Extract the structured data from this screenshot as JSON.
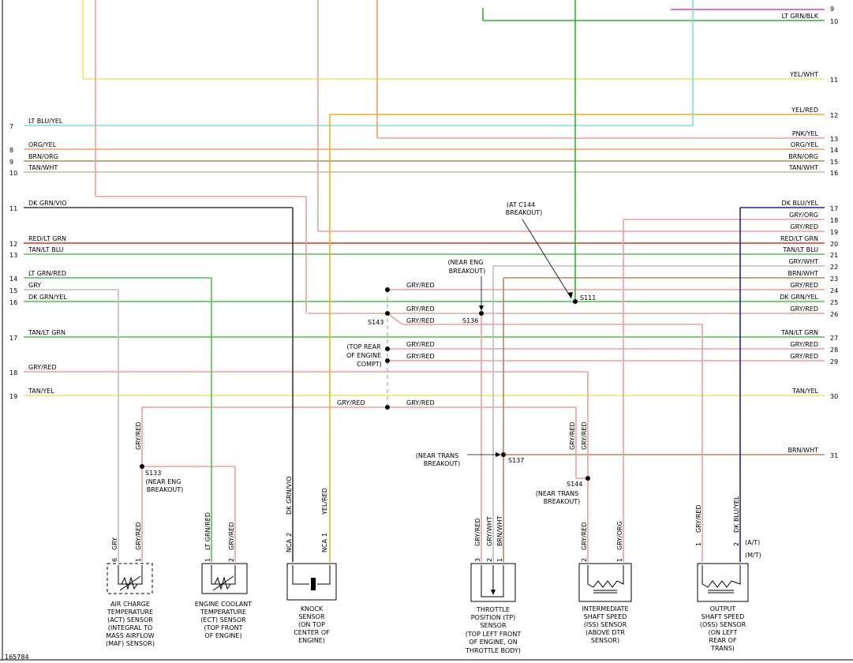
{
  "diagram_id": "165784",
  "colors": {
    "yel": "#f2e46a",
    "yelred": "#f0b020",
    "ltgrnblk": "#2fb52f",
    "ltblu": "#7de0d4",
    "pnk": "#e8a0a0",
    "org": "#f0a060",
    "brn": "#b58a55",
    "tan": "#c8b89a",
    "dkgrn": "#3a3a3a",
    "red": "#e03020",
    "ltgrn": "#4ec04e",
    "gry": "#bdbdbd",
    "dkblu": "#2020a0",
    "vio": "#d040d0",
    "grn": "#60b860"
  },
  "wires": {
    "w9": {
      "label": "",
      "num_right": "9"
    },
    "w10": {
      "label": "LT GRN/BLK",
      "num_right": "10"
    },
    "w11": {
      "label": "YEL/WHT",
      "num_right": "11"
    },
    "w12": {
      "label": "YEL/RED",
      "num_right": "12"
    },
    "w13": {
      "label": "PNK/YEL",
      "num_right": "13"
    },
    "w14": {
      "label": "ORG/YEL",
      "num_right": "14"
    },
    "w15": {
      "label": "BRN/ORG",
      "num_right": "15"
    },
    "w16": {
      "label": "TAN/WHT",
      "num_right": "16"
    },
    "w17": {
      "label": "DK BLU/YEL",
      "num_right": "17"
    },
    "w18": {
      "label": "GRY/ORG",
      "num_right": "18"
    },
    "w19": {
      "label": "GRY/RED",
      "num_right": "19"
    },
    "w20": {
      "label": "RED/LT GRN",
      "num_right": "20"
    },
    "w21": {
      "label": "TAN/LT BLU",
      "num_right": "21"
    },
    "w22": {
      "label": "GRY/WHT",
      "num_right": "22"
    },
    "w23": {
      "label": "BRN/WHT",
      "num_right": "23"
    },
    "w24": {
      "label": "GRY/RED",
      "num_right": "24"
    },
    "w25": {
      "label": "DK GRN/YEL",
      "num_right": "25"
    },
    "w26": {
      "label": "GRY/RED",
      "num_right": "26"
    },
    "w27": {
      "label": "TAN/LT GRN",
      "num_right": "27"
    },
    "w28": {
      "label": "GRY/RED",
      "num_right": "28"
    },
    "w29": {
      "label": "GRY/RED",
      "num_right": "29"
    },
    "w30": {
      "label": "TAN/YEL",
      "num_right": "30"
    },
    "w31": {
      "label": "BRN/WHT",
      "num_right": "31"
    }
  },
  "left_wires": {
    "l7": {
      "num": "7",
      "label": "LT BLU/YEL"
    },
    "l8": {
      "num": "8",
      "label": "ORG/YEL"
    },
    "l9": {
      "num": "9",
      "label": "BRN/ORG"
    },
    "l10": {
      "num": "10",
      "label": "TAN/WHT"
    },
    "l11": {
      "num": "11",
      "label": "DK GRN/VIO"
    },
    "l12": {
      "num": "12",
      "label": "RED/LT GRN"
    },
    "l13": {
      "num": "13",
      "label": "TAN/LT BLU"
    },
    "l14": {
      "num": "14",
      "label": "LT GRN/RED"
    },
    "l15": {
      "num": "15",
      "label": "GRY"
    },
    "l16": {
      "num": "16",
      "label": "DK GRN/YEL"
    },
    "l17": {
      "num": "17",
      "label": "TAN/LT GRN"
    },
    "l18": {
      "num": "18",
      "label": "GRY/RED"
    },
    "l19": {
      "num": "19",
      "label": "TAN/YEL"
    }
  },
  "mid_labels": {
    "s143_24": "GRY/RED",
    "s143_26a": "GRY/RED",
    "s143_26b": "GRY/RED",
    "c28": "GRY/RED",
    "c29": "GRY/RED",
    "c30a": "GRY/RED",
    "c30b": "GRY/RED"
  },
  "splices": {
    "s111": "S111",
    "s143": "S143",
    "s136": "S136",
    "s137": "S137",
    "s133": "S133",
    "s144": "S144"
  },
  "notes": {
    "c144_1": "(AT C144",
    "c144_2": "BREAKOUT)",
    "neareng_1": "(NEAR ENG",
    "neareng_2": "BREAKOUT)",
    "toprear_1": "(TOP REAR",
    "toprear_2": "OF ENGINE",
    "toprear_3": "COMPT)",
    "neartrans_1": "(NEAR TRANS",
    "neartrans_2": "BREAKOUT)",
    "s133_1": "(NEAR ENG",
    "s133_2": "BREAKOUT)",
    "s144_1": "(NEAR TRANS",
    "s144_2": "BREAKOUT)"
  },
  "vertical_labels": {
    "act_grred": "GRY/RED",
    "act_gry": "GRY",
    "act_grred2": "GRY/RED",
    "ect_ltgrnred": "LT GRN/RED",
    "ect_grred": "GRY/RED",
    "ks_dkgrnvio": "DK GRN/VIO",
    "ks_yelred": "YEL/RED",
    "ks_nca1": "NCA",
    "ks_nca2": "NCA",
    "tp_grred": "GRY/RED",
    "tp_grwht": "GRY/WHT",
    "tp_brnwht": "BRN/WHT",
    "s144_grred1": "GRY/RED",
    "s144_grred2": "GRY/RED",
    "iss_grred": "GRY/RED",
    "iss_grorg": "GRY/ORG",
    "oss_grred": "GRY/RED",
    "oss_dkbluyel": "DK BLU/YEL"
  },
  "pins": {
    "act_6": "6",
    "act_1": "1",
    "ect_1": "1",
    "ect_2": "2",
    "ks_2": "2",
    "ks_1": "1",
    "tp_3": "3",
    "tp_2": "2",
    "tp_1": "1",
    "iss_2": "2",
    "iss_1": "1",
    "oss_1": "1",
    "oss_2": "2"
  },
  "oss_notes": {
    "at": "(A/T)",
    "mt": "(M/T)"
  },
  "components": {
    "act": [
      "AIR CHARGE",
      "TEMPERATURE",
      "(ACT) SENSOR",
      "(INTEGRAL TO",
      "MASS AIRFLOW",
      "(MAF) SENSOR)"
    ],
    "ect": [
      "ENGINE COOLANT",
      "TEMPERATURE",
      "(ECT) SENSOR",
      "(TOP FRONT",
      "OF ENGINE)"
    ],
    "ks": [
      "KNOCK",
      "SENSOR",
      "(ON TOP",
      "CENTER OF",
      "ENGINE)"
    ],
    "tp": [
      "THROTTLE",
      "POSITION (TP)",
      "SENSOR",
      "(TOP LEFT FRONT",
      "OF ENGINE, ON",
      "THROTTLE BODY)"
    ],
    "iss": [
      "INTERMEDIATE",
      "SHAFT SPEED",
      "(ISS) SENSOR",
      "(ABOVE DTR",
      "SENSOR)"
    ],
    "oss": [
      "OUTPUT",
      "SHAFT SPEED",
      "(OSS) SENSOR",
      "(ON LEFT",
      "REAR OF",
      "TRANS)"
    ]
  }
}
